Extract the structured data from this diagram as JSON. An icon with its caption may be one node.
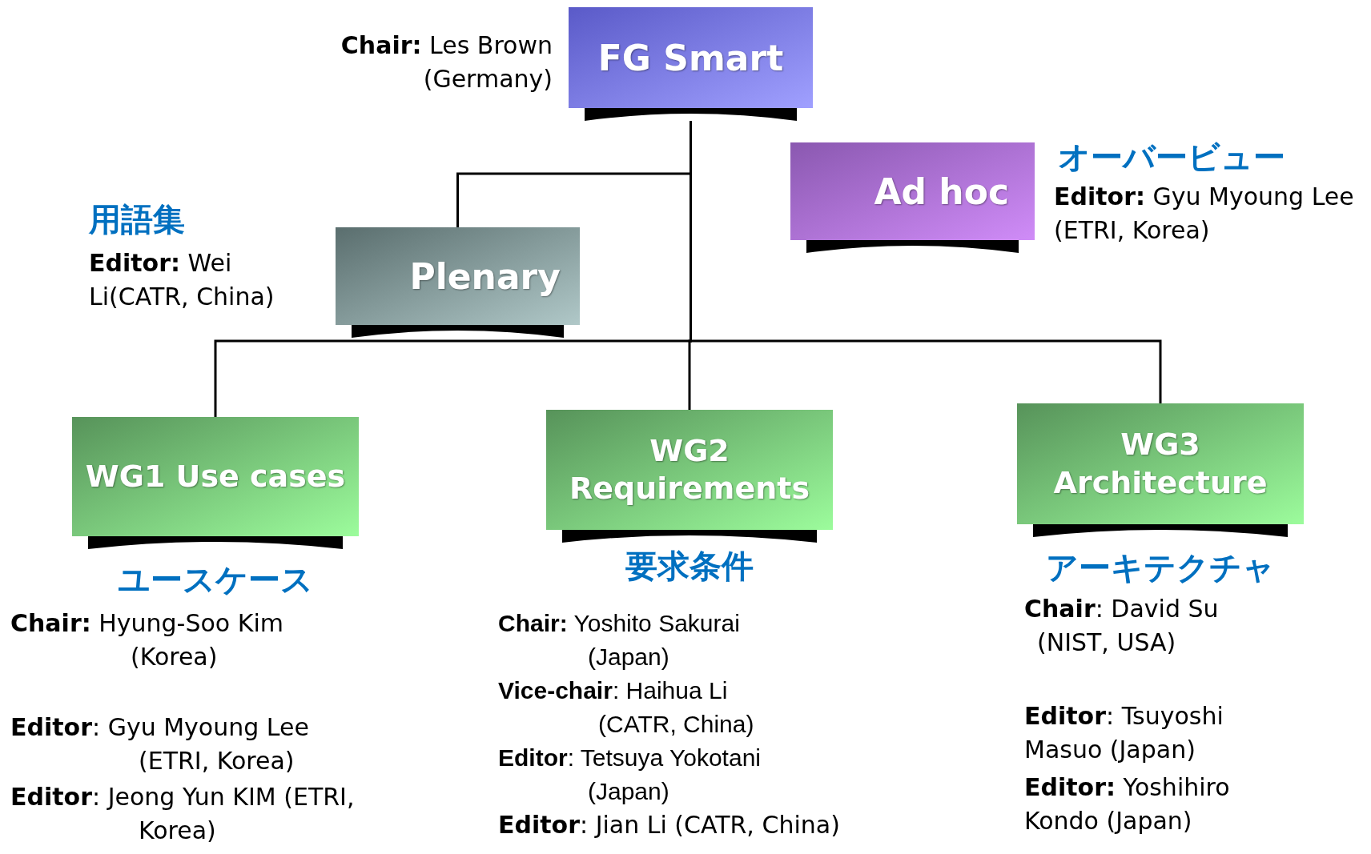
{
  "diagram": {
    "nodes": [
      {
        "text": [
          "FG Smart"
        ],
        "beside": [
          "**Chair:** Les Brown (Germany)"
        ]
      },
      {
        "text": [
          "Ad hoc"
        ],
        "beside": [
          "オーバービュー",
          "**Editor:** Gyu Myoung Lee (ETRI, Korea)"
        ]
      },
      {
        "text": [
          "Plenary"
        ],
        "beside": [
          "用語集",
          "**Editor:** Wei Li(CATR, China)"
        ]
      },
      {
        "text": [
          "WG1 Use cases"
        ],
        "beside": [
          "ユースケース",
          "**Chair:** Hyung-Soo Kim (Korea)",
          "**Editor**: Gyu Myoung Lee (ETRI, Korea)",
          "**Editor**: Jeong Yun KIM (ETRI, Korea)"
        ]
      },
      {
        "text": [
          "WG2 Requirements"
        ],
        "beside": [
          "要求条件",
          "**Chair:** Yoshito Sakurai (Japan)",
          "**Vice-chair**: Haihua Li (CATR, China)",
          "**Editor**: Tetsuya Yokotani (Japan)",
          "**Editor**: Jian Li (CATR, China)"
        ]
      },
      {
        "text": [
          "WG3 Architecture"
        ],
        "beside": [
          "アーキテクチャ",
          "**Chair**: David Su (NIST, USA)",
          "**Editor**: Tsuyoshi Masuo (Japan)",
          "**Editor:** Yoshihiro Kondo (Japan)"
        ]
      }
    ],
    "edges": [
      {
        "from": 0,
        "to": 2,
        "arrow": "none"
      },
      {
        "from": 0,
        "to": 3,
        "arrow": "none"
      },
      {
        "from": 0,
        "to": 4,
        "arrow": "none"
      },
      {
        "from": 0,
        "to": 5,
        "arrow": "none"
      }
    ]
  }
}
